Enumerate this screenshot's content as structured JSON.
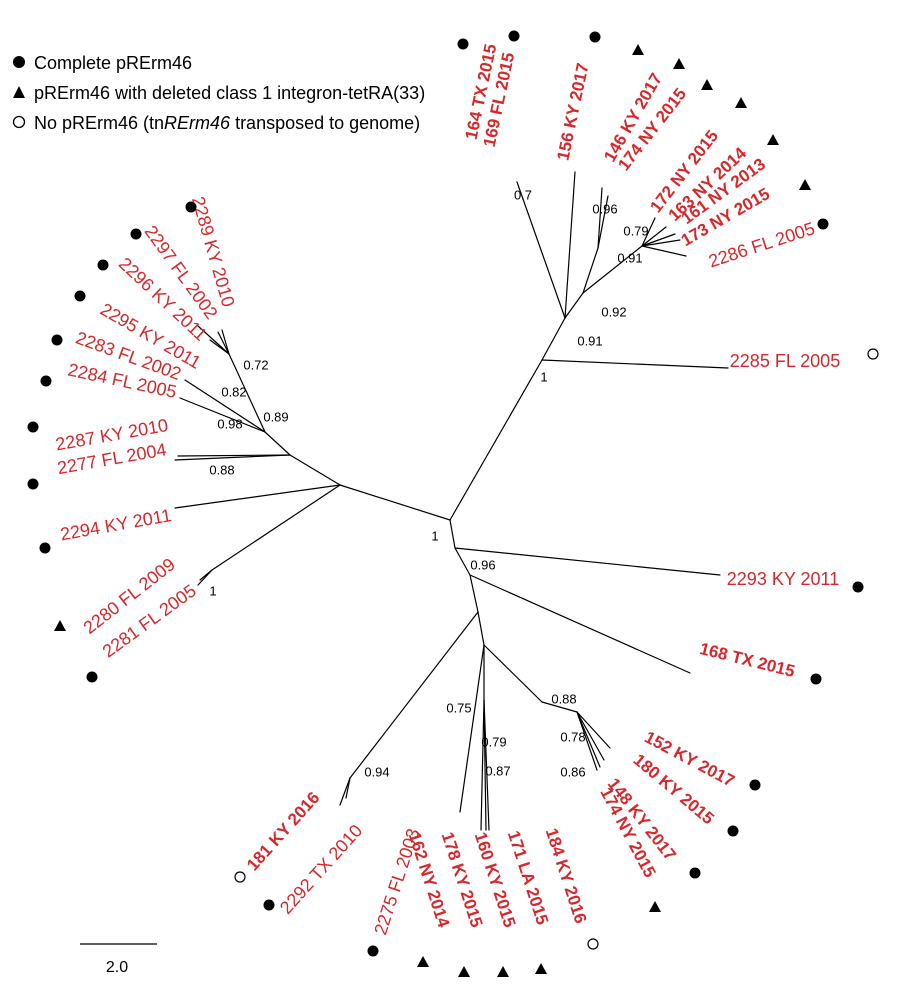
{
  "legend": {
    "complete": "Complete pRErm46",
    "deleted": "pRErm46 with deleted class 1 integron-tetRA(33)",
    "none_prefix": "No pRErm46 (tn",
    "none_italic": "RErm46",
    "none_suffix": " transposed to genome)"
  },
  "scale_label": "2.0",
  "taxa": [
    {
      "id": "t164",
      "label": "164 TX 2015",
      "bold": true,
      "marker": "complete"
    },
    {
      "id": "t169",
      "label": "169 FL 2015",
      "bold": true,
      "marker": "complete"
    },
    {
      "id": "t156",
      "label": "156 KY 2017",
      "bold": true,
      "marker": "complete"
    },
    {
      "id": "t146",
      "label": "146 KY 2017",
      "bold": true,
      "marker": "deleted"
    },
    {
      "id": "t174a",
      "label": "174 NY 2015",
      "bold": true,
      "marker": "deleted"
    },
    {
      "id": "t172",
      "label": "172 NY 2015",
      "bold": true,
      "marker": "deleted"
    },
    {
      "id": "t163",
      "label": "163 NY 2014",
      "bold": true,
      "marker": "deleted"
    },
    {
      "id": "t161",
      "label": "161 NY 2013",
      "bold": true,
      "marker": "deleted"
    },
    {
      "id": "t173",
      "label": "173 NY 2015",
      "bold": true,
      "marker": "deleted"
    },
    {
      "id": "t2286",
      "label": "2286 FL 2005",
      "bold": false,
      "marker": "complete"
    },
    {
      "id": "t2285",
      "label": "2285 FL 2005",
      "bold": false,
      "marker": "none"
    },
    {
      "id": "t2293",
      "label": "2293 KY 2011",
      "bold": false,
      "marker": "complete"
    },
    {
      "id": "t168",
      "label": "168 TX 2015",
      "bold": true,
      "marker": "complete"
    },
    {
      "id": "t152",
      "label": "152 KY 2017",
      "bold": true,
      "marker": "complete"
    },
    {
      "id": "t180",
      "label": "180 KY 2015",
      "bold": true,
      "marker": "complete"
    },
    {
      "id": "t148",
      "label": "148 KY 2017",
      "bold": true,
      "marker": "complete"
    },
    {
      "id": "t174b",
      "label": "174 NY 2015",
      "bold": true,
      "marker": "deleted"
    },
    {
      "id": "t184",
      "label": "184 KY 2016",
      "bold": true,
      "marker": "none"
    },
    {
      "id": "t171",
      "label": "171 LA 2015",
      "bold": true,
      "marker": "deleted"
    },
    {
      "id": "t160",
      "label": "160 KY 2015",
      "bold": true,
      "marker": "deleted"
    },
    {
      "id": "t178",
      "label": "178 KY 2015",
      "bold": true,
      "marker": "deleted"
    },
    {
      "id": "t162",
      "label": "162 NY 2014",
      "bold": true,
      "marker": "deleted"
    },
    {
      "id": "t2275",
      "label": "2275 FL 2003",
      "bold": false,
      "marker": "complete"
    },
    {
      "id": "t2292",
      "label": "2292 TX 2010",
      "bold": false,
      "marker": "complete"
    },
    {
      "id": "t181",
      "label": "181 KY 2016",
      "bold": true,
      "marker": "none"
    },
    {
      "id": "t2281",
      "label": "2281 FL 2005",
      "bold": false,
      "marker": "complete"
    },
    {
      "id": "t2280",
      "label": "2280 FL 2009",
      "bold": false,
      "marker": "deleted"
    },
    {
      "id": "t2294",
      "label": "2294 KY 2011",
      "bold": false,
      "marker": "complete"
    },
    {
      "id": "t2277",
      "label": "2277 FL 2004",
      "bold": false,
      "marker": "complete"
    },
    {
      "id": "t2287",
      "label": "2287 KY 2010",
      "bold": false,
      "marker": "complete"
    },
    {
      "id": "t2284",
      "label": "2284 FL 2005",
      "bold": false,
      "marker": "complete"
    },
    {
      "id": "t2283",
      "label": "2283 FL 2002",
      "bold": false,
      "marker": "complete"
    },
    {
      "id": "t2295",
      "label": "2295 KY 2011",
      "bold": false,
      "marker": "complete"
    },
    {
      "id": "t2296",
      "label": "2296 KY 2011",
      "bold": false,
      "marker": "complete"
    },
    {
      "id": "t2297",
      "label": "2297 FL 2002",
      "bold": false,
      "marker": "complete"
    },
    {
      "id": "t2289",
      "label": "2289 KY 2010",
      "bold": false,
      "marker": "complete"
    }
  ],
  "support_values": [
    {
      "id": "s1",
      "label": "0.7"
    },
    {
      "id": "s2",
      "label": "0.96"
    },
    {
      "id": "s3",
      "label": "0.79"
    },
    {
      "id": "s4",
      "label": "0.91"
    },
    {
      "id": "s5",
      "label": "0.92"
    },
    {
      "id": "s6",
      "label": "0.91"
    },
    {
      "id": "s7",
      "label": "1"
    },
    {
      "id": "s8",
      "label": "0.72"
    },
    {
      "id": "s9",
      "label": "0.82"
    },
    {
      "id": "s10",
      "label": "0.89"
    },
    {
      "id": "s11",
      "label": "0.98"
    },
    {
      "id": "s12",
      "label": "0.88"
    },
    {
      "id": "s13",
      "label": "1"
    },
    {
      "id": "s14",
      "label": "1"
    },
    {
      "id": "s15",
      "label": "0.96"
    },
    {
      "id": "s16",
      "label": "0.75"
    },
    {
      "id": "s17",
      "label": "0.88"
    },
    {
      "id": "s18",
      "label": "0.79"
    },
    {
      "id": "s19",
      "label": "0.78"
    },
    {
      "id": "s20",
      "label": "0.87"
    },
    {
      "id": "s21",
      "label": "0.86"
    },
    {
      "id": "s22",
      "label": "0.94"
    }
  ],
  "colors": {
    "label": "#d9262a",
    "branch": "#000000",
    "marker": "#000000"
  }
}
